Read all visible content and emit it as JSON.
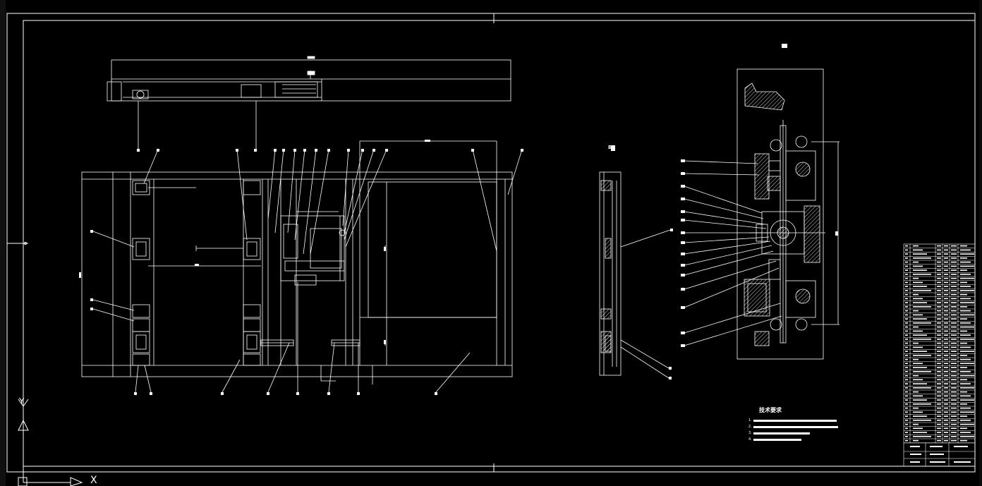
{
  "drawing": {
    "notes_title": "技术要求",
    "notes": [
      "1.",
      "2.",
      "3.",
      "4."
    ],
    "view_a_label": "A",
    "view_b_label": "B",
    "ucs_x_label": "X",
    "ucs_y_label": "Y"
  },
  "colors": {
    "background": "#000000",
    "line": "#ffffff",
    "hatch": "#ffffff"
  }
}
